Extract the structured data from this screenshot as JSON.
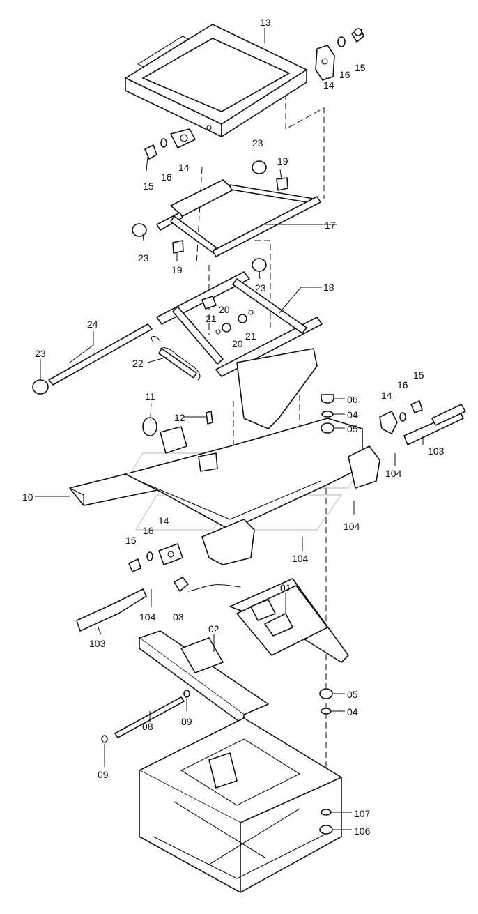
{
  "labels": {
    "p13": "13",
    "p14a": "14",
    "p16a": "16",
    "p15a": "15",
    "p14b": "14",
    "p16b": "16",
    "p15b": "15",
    "p23a": "23",
    "p19a": "19",
    "p17": "17",
    "p23b": "23",
    "p19b": "19",
    "p23c": "23",
    "p18": "18",
    "p20a": "20",
    "p21a": "21",
    "p20b": "20",
    "p21b": "21",
    "p24": "24",
    "p22": "22",
    "p23d": "23",
    "p11": "11",
    "p12": "12",
    "p06": "06",
    "p04a": "04",
    "p05a": "05",
    "p14c": "14",
    "p16c": "16",
    "p15c": "15",
    "p103a": "103",
    "p10": "10",
    "p104a": "104",
    "p104b": "104",
    "p104c": "104",
    "p14d": "14",
    "p16d": "16",
    "p15d": "15",
    "p01": "01",
    "p104d": "104",
    "p03": "03",
    "p103b": "103",
    "p02": "02",
    "p05b": "05",
    "p04b": "04",
    "p09a": "09",
    "p08": "08",
    "p09b": "09",
    "p107": "107",
    "p106": "106"
  },
  "colors": {
    "line": "#111111",
    "background": "#ffffff"
  }
}
